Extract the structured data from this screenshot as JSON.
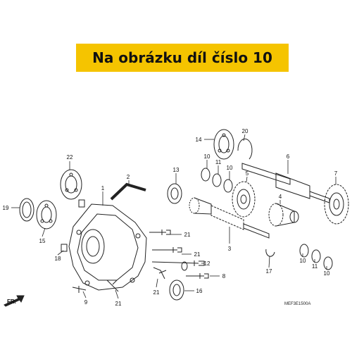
{
  "banner": {
    "text": "Na obrázku díl číslo 10",
    "background": "#f5c400"
  },
  "diagram": {
    "code": "MEF3E1500A",
    "direction_label": "FR.",
    "callouts": [
      "22",
      "2",
      "1",
      "19",
      "15",
      "18",
      "13",
      "14",
      "20",
      "10",
      "11",
      "10",
      "6",
      "5",
      "7",
      "4",
      "3",
      "21",
      "21",
      "12",
      "8",
      "21",
      "16",
      "9",
      "21",
      "17",
      "10",
      "11",
      "10"
    ]
  }
}
